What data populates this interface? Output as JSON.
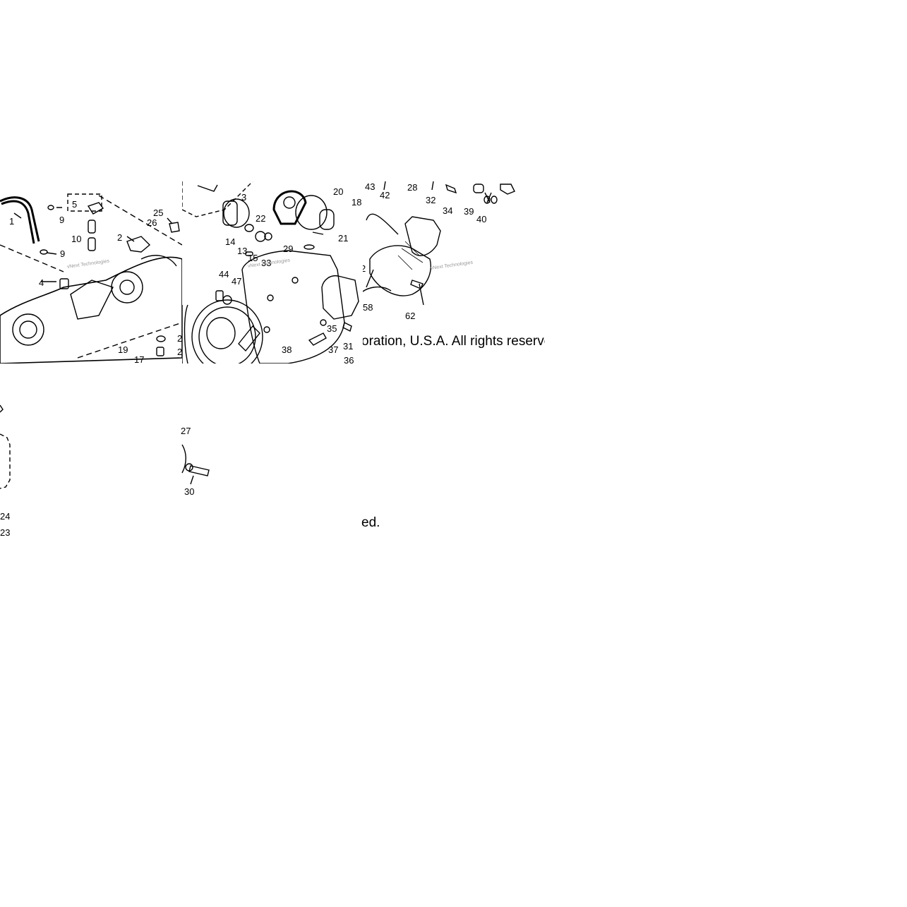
{
  "diagram": {
    "callouts": {
      "c1": "1",
      "c5": "5",
      "c9a": "9",
      "c9b": "9",
      "c10": "10",
      "c4": "4",
      "c2": "2",
      "c25": "25",
      "c26": "26",
      "c19": "19",
      "c17": "17",
      "c2b": "2",
      "c2c": "2",
      "c24": "24",
      "c23": "23",
      "c3": "3",
      "c22": "22",
      "c20": "20",
      "c18": "18",
      "c21": "21",
      "c14": "14",
      "c13": "13",
      "c15": "15",
      "c29": "29",
      "c33": "33",
      "c44": "44",
      "c47": "47",
      "c35": "35",
      "c38": "38",
      "c37": "37",
      "c31": "31",
      "c36": "36",
      "c27": "27",
      "c30": "30",
      "c43": "43",
      "c42": "42",
      "c28": "28",
      "c32": "32",
      "c34": "34",
      "c39": "39",
      "c40": "40",
      "c58": "58",
      "c62": "62",
      "c2d": "2"
    },
    "copyright_line": "oration, U.S.A. All rights reserve",
    "copyright_end": "ed.",
    "watermark": "vNext Technologies"
  }
}
